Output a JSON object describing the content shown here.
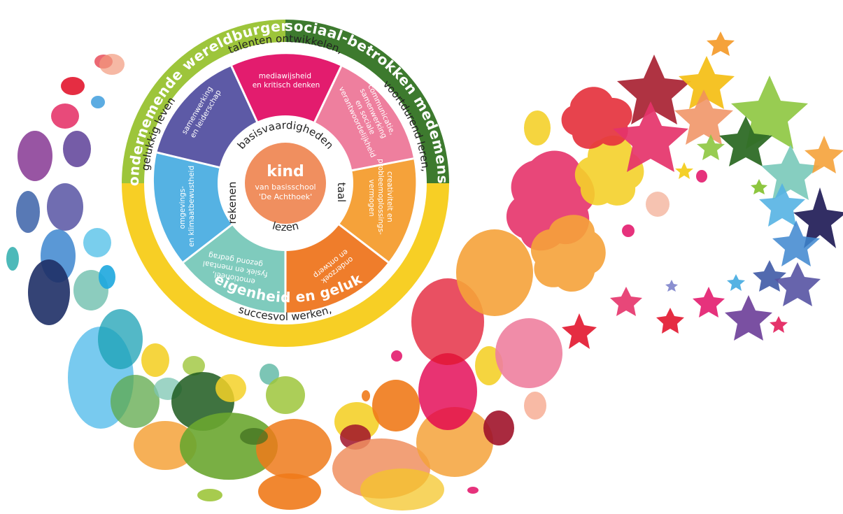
{
  "colors": {
    "outer_green_light": "#9dc53b",
    "outer_green_dark": "#3d7a2e",
    "outer_yellow": "#f7cf25",
    "seg_magenta": "#e31c6e",
    "seg_pink": "#ee7f9e",
    "seg_orange_light": "#f5a23a",
    "seg_orange": "#ef7d2b",
    "seg_teal": "#7fcbbd",
    "seg_blue": "#55b2e3",
    "seg_purple": "#5d5aa6",
    "center_salmon": "#f08f5f"
  },
  "outer_ring": {
    "left": "ondernemende wereldburger",
    "right": "sociaal-betrokken medemens",
    "bottom": "eigenheid en geluk"
  },
  "middle_ring": {
    "top": "talenten ontwikkelen,",
    "right": "voortdurend leren,",
    "bottom": "succesvol werken,",
    "left": "gelukkig leven"
  },
  "segments": {
    "media": [
      "mediawijsheid",
      "en kritisch denken"
    ],
    "communicatie": [
      "communicatie,",
      "samenwerking",
      "en sociale",
      "verantwoordelijkheid"
    ],
    "creativiteit": [
      "creativiteit en",
      "probleemoplossings-",
      "vermogen"
    ],
    "onderzoek": [
      "onderzoek",
      "en ontwerp"
    ],
    "emotioneel": [
      "emotioneel,",
      "fysiek en mentaal",
      "gezond gedrag"
    ],
    "omgeving": [
      "omgevings-",
      "en klimaatbewustheid"
    ],
    "samenwerking": [
      "samenwerking",
      "en leiderschap"
    ]
  },
  "basis": {
    "top": "basisvaardigheden",
    "right": "taal",
    "bottom": "lezen",
    "left": "rekenen"
  },
  "center": {
    "title": "kind",
    "line1": "van basisschool",
    "line2": "'De Achthoek'"
  }
}
